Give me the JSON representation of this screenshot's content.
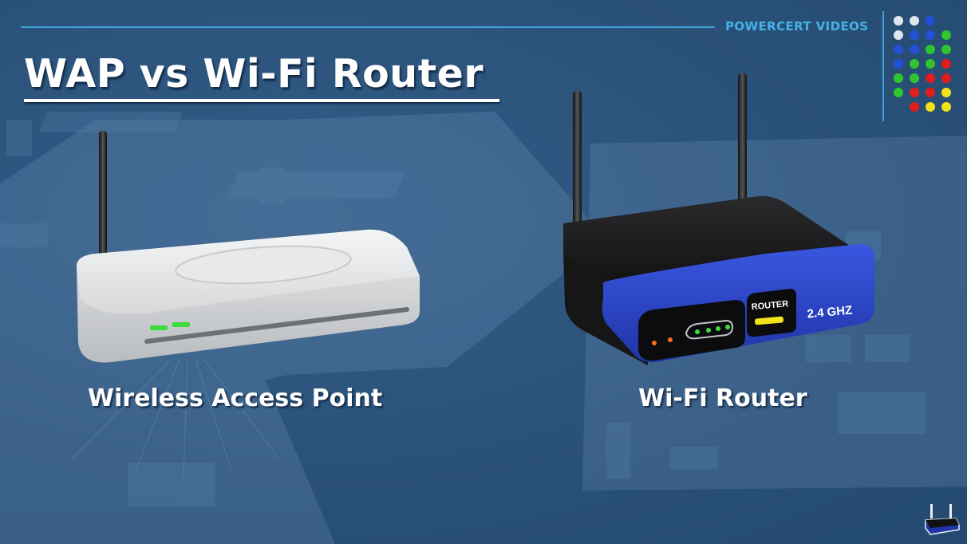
{
  "header": {
    "brand": "POWERCERT VIDEOS",
    "title": "WAP vs Wi-Fi Router"
  },
  "devices": {
    "wap": {
      "label": "Wireless Access Point"
    },
    "router": {
      "label": "Wi-Fi Router",
      "panel_label": "ROUTER",
      "frequency": "2.4 GHZ"
    }
  },
  "colors": {
    "background": "#2b5177",
    "accent": "#3da3d6",
    "brand_text": "#46b2e6",
    "router_blue": "#2d45c4",
    "led_green": "#3ddc3d"
  },
  "icons": [
    "dot-grid-logo",
    "router-corner-icon"
  ]
}
